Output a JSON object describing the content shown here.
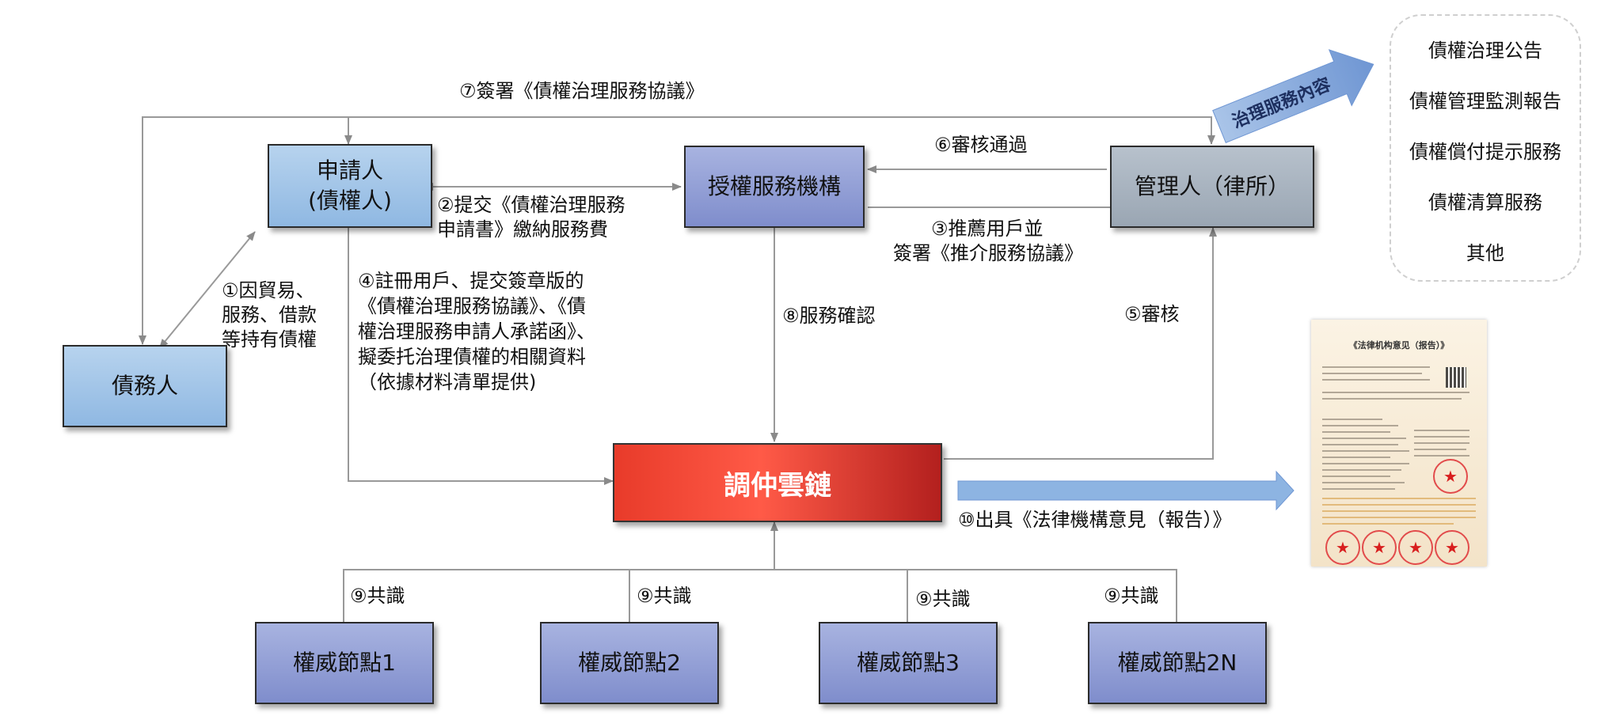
{
  "nodes": {
    "applicant": {
      "line1": "申請人",
      "line2": "(債權人)"
    },
    "debtor": "債務人",
    "auth_org": "授權服務機構",
    "manager": "管理人（律所）",
    "chain": "調仲雲鏈",
    "auth_nodes": [
      "權威節點1",
      "權威節點2",
      "權威節點3",
      "權威節點2N"
    ]
  },
  "labels": {
    "sign_agreement": "⑦簽署《債權治理服務協議》",
    "cause_l1": "①因貿易、",
    "cause_l2": "服務、借款",
    "cause_l3": "等持有債權",
    "submit_l1": "②提交《債權治理服務",
    "submit_l2": "申請書》繳納服務費",
    "approve": "⑥審核通過",
    "recommend_l1": "③推薦用戶並",
    "recommend_l2": "簽署《推介服務協議》",
    "register_l1": "④註冊用戶、提交簽章版的",
    "register_l2": "《債權治理服務協議》、《債",
    "register_l3": "權治理服務申請人承諾函》、",
    "register_l4": "擬委托治理債權的相關資料",
    "register_l5": "（依據材料清單提供)",
    "service_confirm": "⑧服務確認",
    "review": "⑤審核",
    "consensus": "⑨共識",
    "issue_opinion": "⑩出具《法律機構意見（報告）》",
    "governance_content": "治理服務內容"
  },
  "services": [
    "債權治理公告",
    "債權管理監測報告",
    "債權償付提示服務",
    "債權清算服務",
    "其他"
  ],
  "document": {
    "title": "《法律机构意见（报告）》"
  },
  "colors": {
    "chain_red": "#e83b2a",
    "arrow_blue": "#8db4e2",
    "line_grey": "#999999"
  }
}
